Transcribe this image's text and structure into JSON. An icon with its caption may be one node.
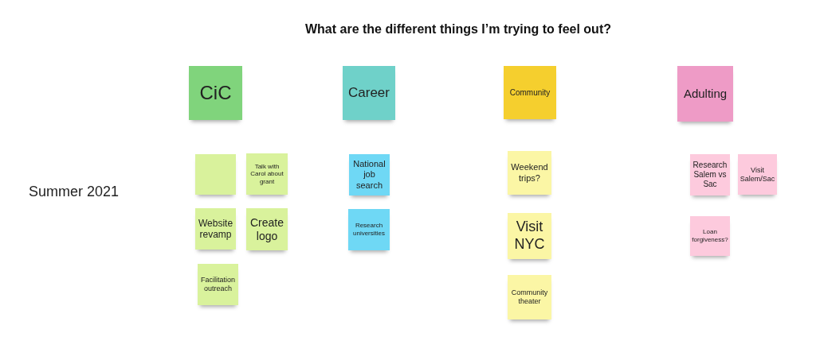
{
  "diagram": {
    "title": "What are the different things I’m trying to feel out?",
    "nodes": [
      {
        "text": [
          "CiC"
        ]
      },
      {
        "text": [
          "Career"
        ]
      },
      {
        "text": [
          "Community"
        ]
      },
      {
        "text": [
          "Adulting"
        ]
      },
      {
        "text": [],
        "shape": "box"
      },
      {
        "text": [
          "Talk with Carol about grant"
        ]
      },
      {
        "text": [
          "Website revamp"
        ]
      },
      {
        "text": [
          "Create logo"
        ]
      },
      {
        "text": [
          "Facilitation outreach"
        ]
      },
      {
        "text": [
          "National job search"
        ]
      },
      {
        "text": [
          "Research universities"
        ]
      },
      {
        "text": [
          "Weekend trips?"
        ]
      },
      {
        "text": [
          "Visit NYC"
        ]
      },
      {
        "text": [
          "Community theater"
        ]
      },
      {
        "text": [
          "Research Salem vs Sac"
        ]
      },
      {
        "text": [
          "Visit Salem/Sac"
        ]
      },
      {
        "text": [
          "Loan forgiveness?"
        ]
      }
    ],
    "edges": [],
    "labels": [
      "Summer 2021"
    ]
  }
}
